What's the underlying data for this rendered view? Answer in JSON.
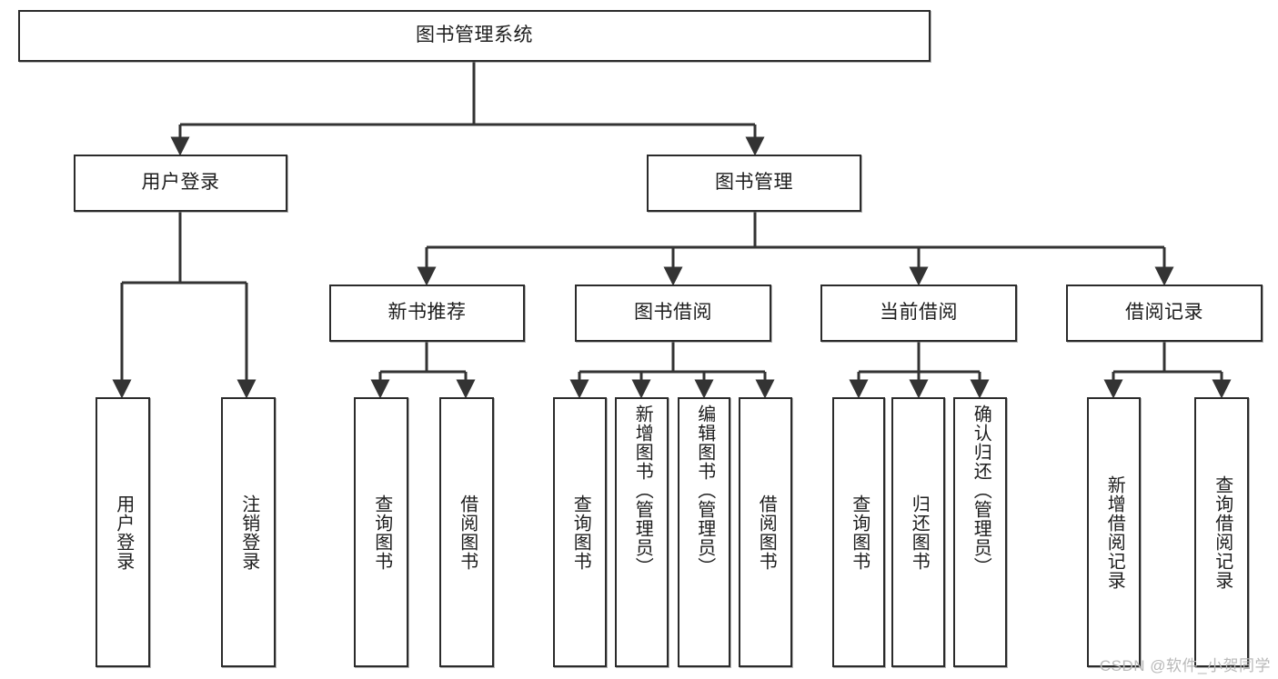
{
  "diagram": {
    "title": "图书管理系统",
    "type": "hierarchy-tree",
    "watermark": "CSDN @软件_小贺同学",
    "colors": {
      "box_border": "#2b2b2b",
      "box_fill": "#ffffff",
      "connector": "#333333",
      "text": "#1d1d1d",
      "watermark": "#b9b9b9"
    },
    "levels": {
      "root": {
        "label": "图书管理系统"
      },
      "level2": [
        {
          "id": "user-login",
          "label": "用户登录"
        },
        {
          "id": "book-management",
          "label": "图书管理"
        }
      ],
      "level3": [
        {
          "id": "new-book-recommend",
          "label": "新书推荐",
          "parent": "book-management"
        },
        {
          "id": "book-borrow",
          "label": "图书借阅",
          "parent": "book-management"
        },
        {
          "id": "current-borrow",
          "label": "当前借阅",
          "parent": "book-management"
        },
        {
          "id": "borrow-record",
          "label": "借阅记录",
          "parent": "book-management"
        }
      ],
      "leaves": [
        {
          "id": "leaf-user-login",
          "label": "用户登录",
          "parent": "user-login"
        },
        {
          "id": "leaf-logout-login",
          "label": "注销登录",
          "parent": "user-login"
        },
        {
          "id": "leaf-query-book-1",
          "label": "查询图书",
          "parent": "new-book-recommend"
        },
        {
          "id": "leaf-borrow-book-1",
          "label": "借阅图书",
          "parent": "new-book-recommend"
        },
        {
          "id": "leaf-query-book-2",
          "label": "查询图书",
          "parent": "book-borrow"
        },
        {
          "id": "leaf-add-book",
          "label": "新增图书（管理员）",
          "parent": "book-borrow"
        },
        {
          "id": "leaf-edit-book",
          "label": "编辑图书（管理员）",
          "parent": "book-borrow"
        },
        {
          "id": "leaf-borrow-book-2",
          "label": "借阅图书",
          "parent": "book-borrow"
        },
        {
          "id": "leaf-query-book-3",
          "label": "查询图书",
          "parent": "current-borrow"
        },
        {
          "id": "leaf-return-book",
          "label": "归还图书",
          "parent": "current-borrow"
        },
        {
          "id": "leaf-confirm-return",
          "label": "确认归还（管理员）",
          "parent": "current-borrow"
        },
        {
          "id": "leaf-add-record",
          "label": "新增借阅记录",
          "parent": "borrow-record"
        },
        {
          "id": "leaf-query-record",
          "label": "查询借阅记录",
          "parent": "borrow-record"
        }
      ]
    }
  }
}
